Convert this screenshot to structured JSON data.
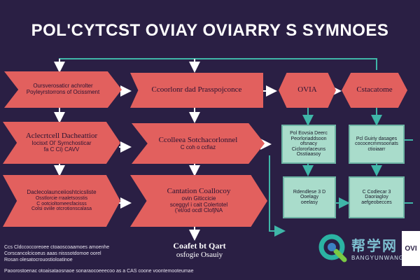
{
  "title": "POL'CYTCST OVIAY OVIARRY S SYMNOES",
  "nodes": {
    "top_left": {
      "line1": "Oursverosaticr achrolter",
      "line2": "Poyleyrstorrons of Ocissment"
    },
    "top_mid": {
      "line1": "Ccoorlonr dad Prasspojconce"
    },
    "ovia": {
      "line1": "OVIA"
    },
    "top_right": {
      "line1": "Cstacatome"
    },
    "mid_left": {
      "line1": "Aclecrtcell Dacheattior",
      "line2": "Iocisxt Ol' Syrnchosticar",
      "line3": "fa C Ci) CAVV"
    },
    "mid_mid": {
      "line1": "Ccolleea Sotchacorlonnel",
      "line2": "C coh o ccfiaz"
    },
    "teal_a": {
      "line1": "Pol Eovsia Deerc",
      "line2": "Peorloriaddsoon ofsnacy",
      "line3": "Ciclororlaceuns",
      "line4": "Osstiaasoy"
    },
    "teal_b": {
      "line1": "Pcl Guiriy dasages",
      "line2": "cococecmmsoonats",
      "line3": "ctioiaarr"
    },
    "bot_left": {
      "line1": "Daclecolaunceiioshtcicsliste",
      "line2": "Osstlorcie rraaletsosstis",
      "line3": "C ootcioltomeesfacisss",
      "line4": "Colsi oviile otcrotionscalasa"
    },
    "bot_mid": {
      "line1": "Cantation Coallocoy",
      "line2": "ovin Giticcicie",
      "line3": "sceggyl i cait Colertotel",
      "line4": "('et/od ocdl ClofjNA"
    },
    "teal_c": {
      "line1": "Rdendlese 3 D",
      "line2": "Ooelagy",
      "line3": "oeelasy"
    },
    "teal_d": {
      "line1": "C Codlecar 3",
      "line2": "Daoriagloy",
      "line3": "aefgeobecces"
    }
  },
  "caption": {
    "line1": "Coafet bt Qart",
    "line2": "osfogie Osauiy"
  },
  "footer": {
    "line1": "Ccs Cldccoccoreoee ctoaoscoaamoes amoenhe",
    "line2": "Corscancolcicoeus aaas nisssotdomoe oorel",
    "line3": "Rosan olesatocrouostioloatinoe",
    "line4": "Paoorostoenac otoaisataosnaoe sonaraocoeeecoo as a CAS coone voontemooteumae"
  },
  "watermark": {
    "cn": "帮学网",
    "en": "BANGYUNWANG"
  },
  "edge_tab": "OVI",
  "colors": {
    "background": "#2a1f44",
    "coral": "#e2605e",
    "teal": "#a9dccb",
    "teal_line": "#3fb6a8",
    "arrow": "#ffffff"
  }
}
